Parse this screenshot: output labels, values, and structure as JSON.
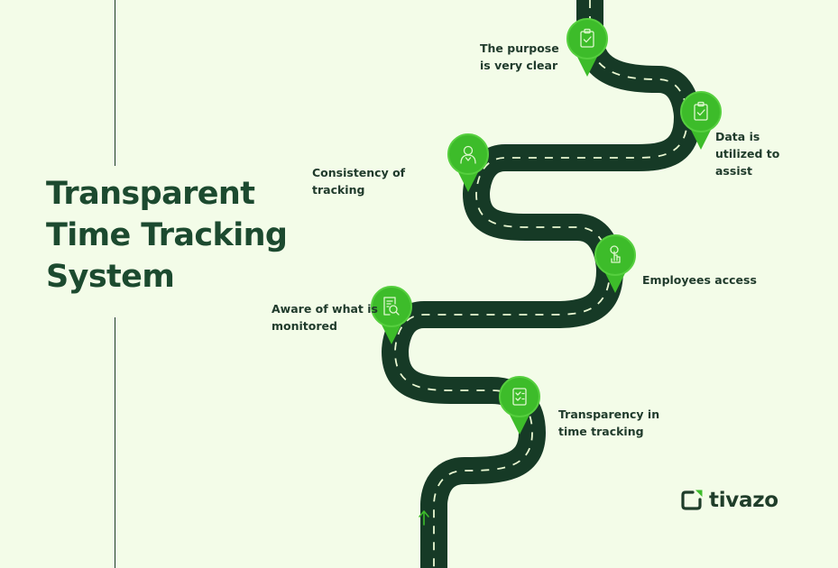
{
  "title": {
    "lines": [
      "Transparent",
      "Time Tracking",
      "System"
    ]
  },
  "milestones": [
    {
      "icon": "clipboard-check-icon",
      "lines": [
        "The purpose",
        "is very clear"
      ]
    },
    {
      "icon": "clipboard-check-icon",
      "lines": [
        "Data is",
        "utilized to",
        "assist"
      ]
    },
    {
      "icon": "person-icon",
      "lines": [
        "Consistency of",
        "tracking"
      ]
    },
    {
      "icon": "touch-screen-icon",
      "lines": [
        "Employees access"
      ]
    },
    {
      "icon": "document-search-icon",
      "lines": [
        "Aware of what is",
        "monitored"
      ]
    },
    {
      "icon": "checklist-icon",
      "lines": [
        "Transparency in",
        "time tracking"
      ]
    }
  ],
  "brand": {
    "name": "tivazo",
    "icon": "tivazo-logo-icon"
  },
  "colors": {
    "background": "#f3fce8",
    "road": "#163a26",
    "road_dash": "#e9f8d2",
    "pin": "#3dbc2a",
    "heading": "#1c4a2f",
    "text": "#1f3a2b"
  }
}
